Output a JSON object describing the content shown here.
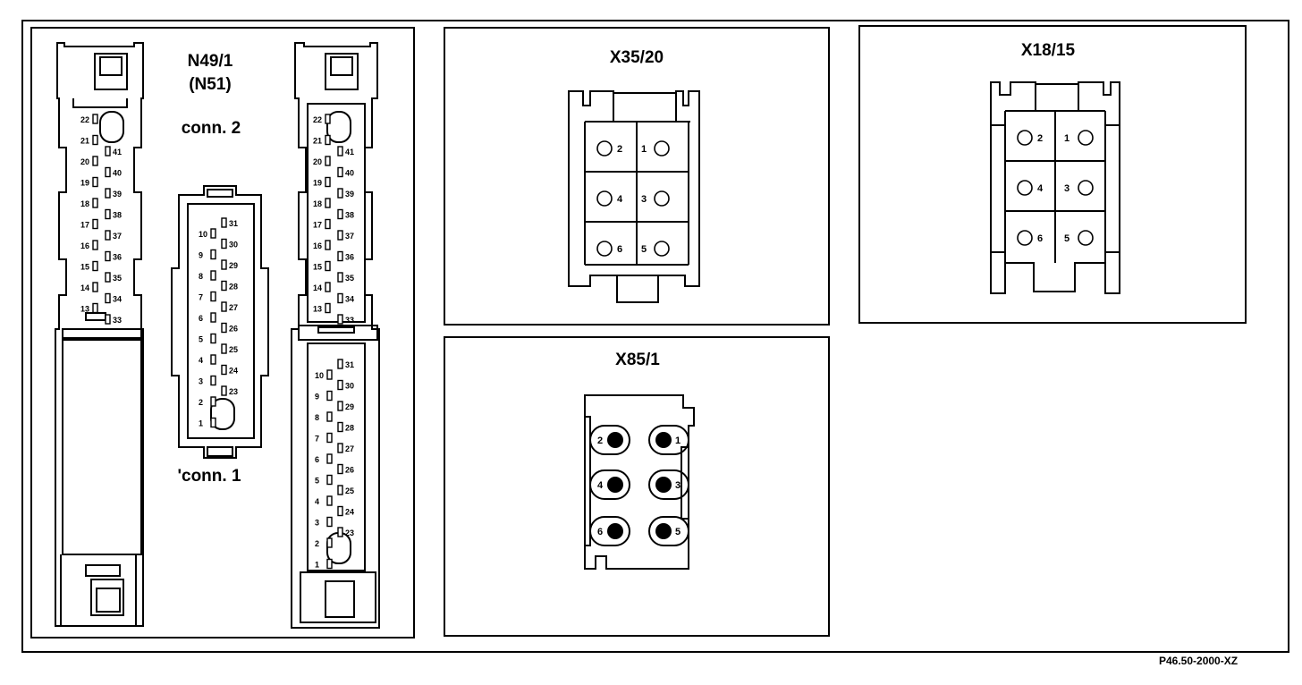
{
  "n49": {
    "title": "N49/1",
    "subtitle": "(N51)",
    "conn2_label": "conn. 2",
    "conn1_label": "'conn. 1"
  },
  "x35": {
    "title": "X35/20",
    "pins": [
      "1",
      "2",
      "3",
      "4",
      "5",
      "6"
    ]
  },
  "x18": {
    "title": "X18/15",
    "pins": [
      "1",
      "2",
      "3",
      "4",
      "5",
      "6"
    ]
  },
  "x85": {
    "title": "X85/1",
    "pins": [
      "1",
      "2",
      "3",
      "4",
      "5",
      "6"
    ]
  },
  "conn2": {
    "left_pins": [
      "22",
      "21",
      "20",
      "19",
      "18",
      "17",
      "16",
      "15",
      "14",
      "13"
    ],
    "right_pins": [
      "41",
      "40",
      "39",
      "38",
      "37",
      "36",
      "35",
      "34",
      "33"
    ]
  },
  "conn1": {
    "left_pins": [
      "10",
      "9",
      "8",
      "7",
      "6",
      "5",
      "4",
      "3",
      "2",
      "1"
    ],
    "right_pins": [
      "31",
      "30",
      "29",
      "28",
      "27",
      "26",
      "25",
      "24",
      "23"
    ]
  },
  "footer": {
    "code": "P46.50-2000-XZ"
  }
}
